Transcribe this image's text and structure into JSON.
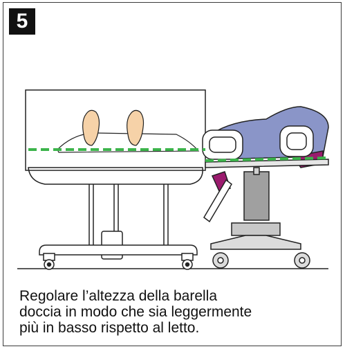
{
  "step": {
    "number": "5"
  },
  "instruction": {
    "lines": [
      "Regolare l’altezza della barella",
      "doccia in modo che sia leggermente",
      "più in basso rispetto al letto."
    ]
  },
  "colors": {
    "guide_line": "#3cb44b",
    "bed_mattress": "#8a95c8",
    "bed_accent": "#9b1b6e",
    "outline": "#222222"
  }
}
